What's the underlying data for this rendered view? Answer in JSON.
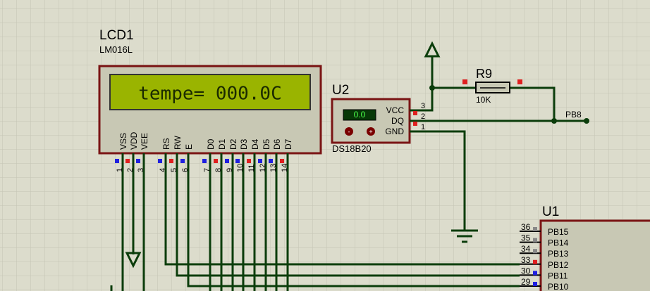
{
  "lcd": {
    "ref": "LCD1",
    "model": "LM016L",
    "display_text": "tempe= 000.0C",
    "pin_labels": [
      "VSS",
      "VDD",
      "VEE",
      "RS",
      "RW",
      "E",
      "D0",
      "D1",
      "D2",
      "D3",
      "D4",
      "D5",
      "D6",
      "D7"
    ],
    "pin_numbers": [
      "1",
      "2",
      "3",
      "4",
      "5",
      "6",
      "7",
      "8",
      "9",
      "10",
      "11",
      "12",
      "13",
      "14"
    ]
  },
  "sensor": {
    "ref": "U2",
    "model": "DS18B20",
    "readout": "0.0",
    "pin_labels": [
      "VCC",
      "DQ",
      "GND"
    ],
    "pin_numbers": [
      "3",
      "2",
      "1"
    ]
  },
  "resistor": {
    "ref": "R9",
    "value": "10K"
  },
  "net": {
    "label": "PB8"
  },
  "mcu": {
    "ref": "U1",
    "pins": [
      {
        "num": "36",
        "name": "PB15"
      },
      {
        "num": "35",
        "name": "PB14"
      },
      {
        "num": "34",
        "name": "PB13"
      },
      {
        "num": "33",
        "name": "PB12"
      },
      {
        "num": "30",
        "name": "PB11"
      },
      {
        "num": "29",
        "name": "PB10"
      }
    ]
  },
  "colors": {
    "background": "#dcdccc",
    "grid": "#c4c4b4",
    "wire": "#0b3d0b",
    "component_border": "#7a1414",
    "lcd_screen": "#9ab400",
    "lcd_text": "#1b2b00",
    "pin_red": "#e02020",
    "pin_blue": "#2020e0",
    "pin_gray": "#888888"
  }
}
